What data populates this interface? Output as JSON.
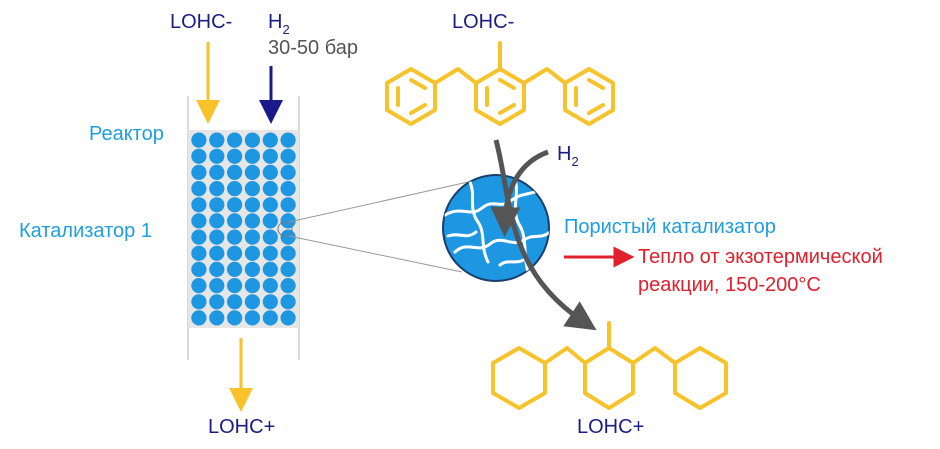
{
  "reactor_feed": {
    "lohc_label": "LOHC-",
    "h2_label": "H",
    "h2_subscript": "2",
    "pressure": "30-50 бар"
  },
  "reactor": {
    "label": "Реактор",
    "catalyst_label": "Катализатор 1",
    "bead_cols": 6,
    "bead_rows": 12,
    "product_label": "LOHC+"
  },
  "molecule_top": {
    "label": "LOHC-"
  },
  "catalyst_particle": {
    "h2_label": "H",
    "h2_subscript": "2",
    "label": "Пористый катализатор"
  },
  "heat": {
    "line1": "Тепло от экзотермической",
    "line2": "реакции, 150-200°C"
  },
  "molecule_bottom": {
    "label": "LOHC+"
  },
  "colors": {
    "lohc": "#F7C22A",
    "h2_arrow": "#1A1A8C",
    "navy_text": "#1B1C86",
    "cyan_text": "#1E9EE0",
    "bead": "#1E97E2",
    "reactor_fill": "#E6E6E6",
    "heat": "#E0202C",
    "gray_arrow": "#555555"
  }
}
